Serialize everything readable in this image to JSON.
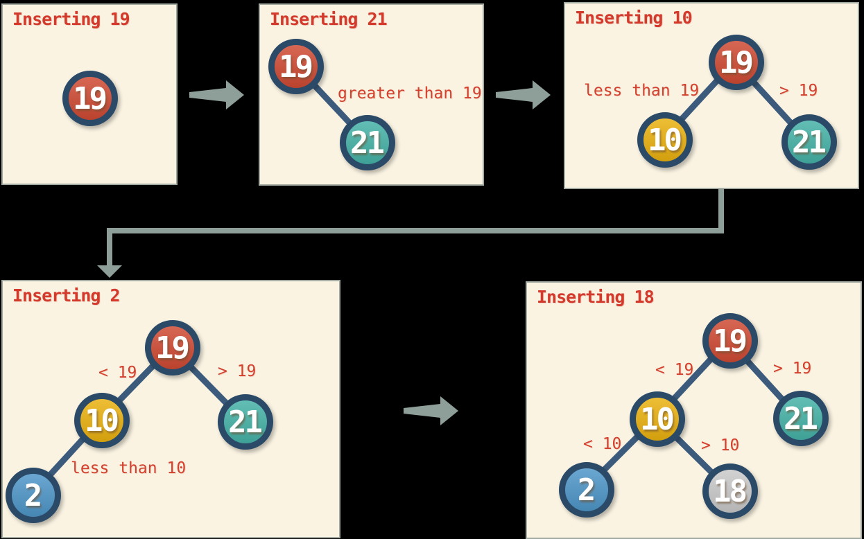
{
  "colors": {
    "background": "#000000",
    "panel_bg": "#faf3e2",
    "panel_border": "#a2aaa1",
    "title_red": "#d33a2c",
    "label_red": "#d4402e",
    "node_border_navy": "#2b4a68",
    "edge_navy": "#3c5b7c",
    "arrow_gray": "#8e9f99",
    "node_red": "#cf4a33",
    "node_teal": "#45b2a7",
    "node_gold": "#eab10f",
    "node_blue": "#4e96c8",
    "node_silver": "#c9c9c9",
    "node_text": "#ffffff"
  },
  "panels": [
    {
      "title": "Inserting 19",
      "nodes": [
        {
          "value": "19",
          "color": "node_red"
        }
      ],
      "edge_labels": []
    },
    {
      "title": "Inserting 21",
      "nodes": [
        {
          "value": "19",
          "color": "node_red"
        },
        {
          "value": "21",
          "color": "node_teal"
        }
      ],
      "edge_labels": [
        {
          "text": "greater than 19"
        }
      ]
    },
    {
      "title": "Inserting 10",
      "nodes": [
        {
          "value": "19",
          "color": "node_red"
        },
        {
          "value": "10",
          "color": "node_gold"
        },
        {
          "value": "21",
          "color": "node_teal"
        }
      ],
      "edge_labels": [
        {
          "text": "less than 19"
        },
        {
          "text": "> 19"
        }
      ]
    },
    {
      "title": "Inserting 2",
      "nodes": [
        {
          "value": "19",
          "color": "node_red"
        },
        {
          "value": "10",
          "color": "node_gold"
        },
        {
          "value": "21",
          "color": "node_teal"
        },
        {
          "value": "2",
          "color": "node_blue"
        }
      ],
      "edge_labels": [
        {
          "text": "< 19"
        },
        {
          "text": "> 19"
        },
        {
          "text": "less than 10"
        }
      ]
    },
    {
      "title": "Inserting 18",
      "nodes": [
        {
          "value": "19",
          "color": "node_red"
        },
        {
          "value": "10",
          "color": "node_gold"
        },
        {
          "value": "21",
          "color": "node_teal"
        },
        {
          "value": "2",
          "color": "node_blue"
        },
        {
          "value": "18",
          "color": "node_silver"
        }
      ],
      "edge_labels": [
        {
          "text": "< 19"
        },
        {
          "text": "> 19"
        },
        {
          "text": "< 10"
        },
        {
          "text": "> 10"
        }
      ]
    }
  ],
  "connectors": [
    {
      "name": "right-arrow-step1-step2"
    },
    {
      "name": "right-arrow-step2-step3"
    },
    {
      "name": "elbow-down-arrow-step3-step4"
    },
    {
      "name": "right-arrow-step4-step5"
    }
  ]
}
